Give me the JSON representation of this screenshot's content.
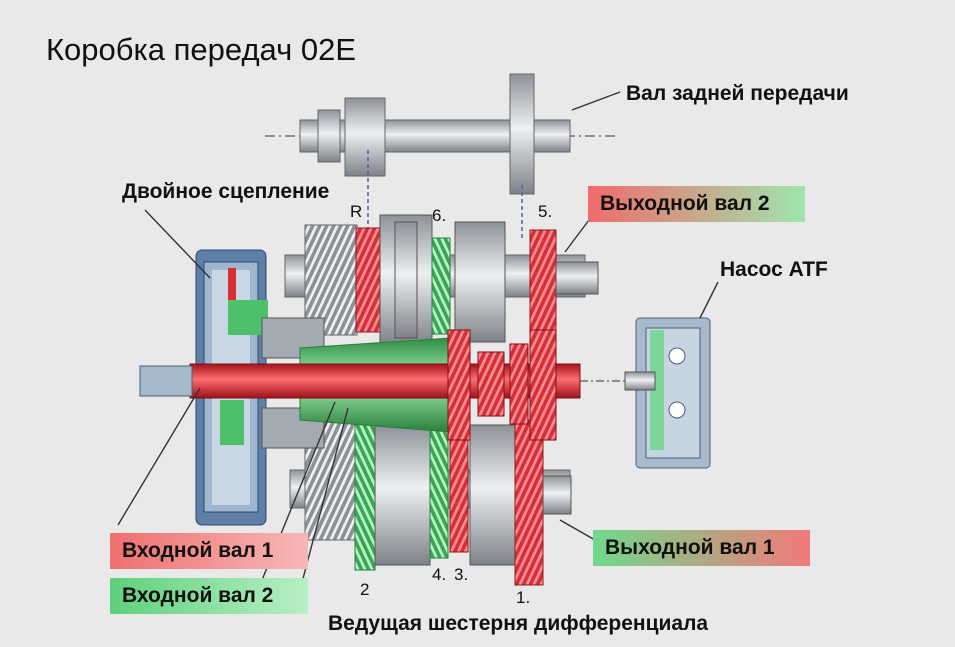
{
  "title": "Коробка передач 02E",
  "labels": {
    "reverse_shaft": "Вал задней передачи",
    "dual_clutch": "Двойное сцепление",
    "output_shaft_2": "Выходной вал 2",
    "atf_pump": "Насос ATF",
    "input_shaft_1": "Входной вал 1",
    "input_shaft_2": "Входной вал 2",
    "output_shaft_1": "Выходной вал 1",
    "diff_drive_gear": "Ведущая шестерня дифференциала"
  },
  "gear_numbers": {
    "R": "R",
    "g6": "6.",
    "g5": "5.",
    "g2": "2",
    "g4": "4.",
    "g3": "3.",
    "g1": "1."
  },
  "colors": {
    "red_box": "#f07b7b",
    "green_box": "#6fd68a",
    "shaft_red": "#d92e36",
    "shaft_green": "#4fc06a",
    "steel": "#b9bec4",
    "housing_blue": "#5d7fa8"
  }
}
